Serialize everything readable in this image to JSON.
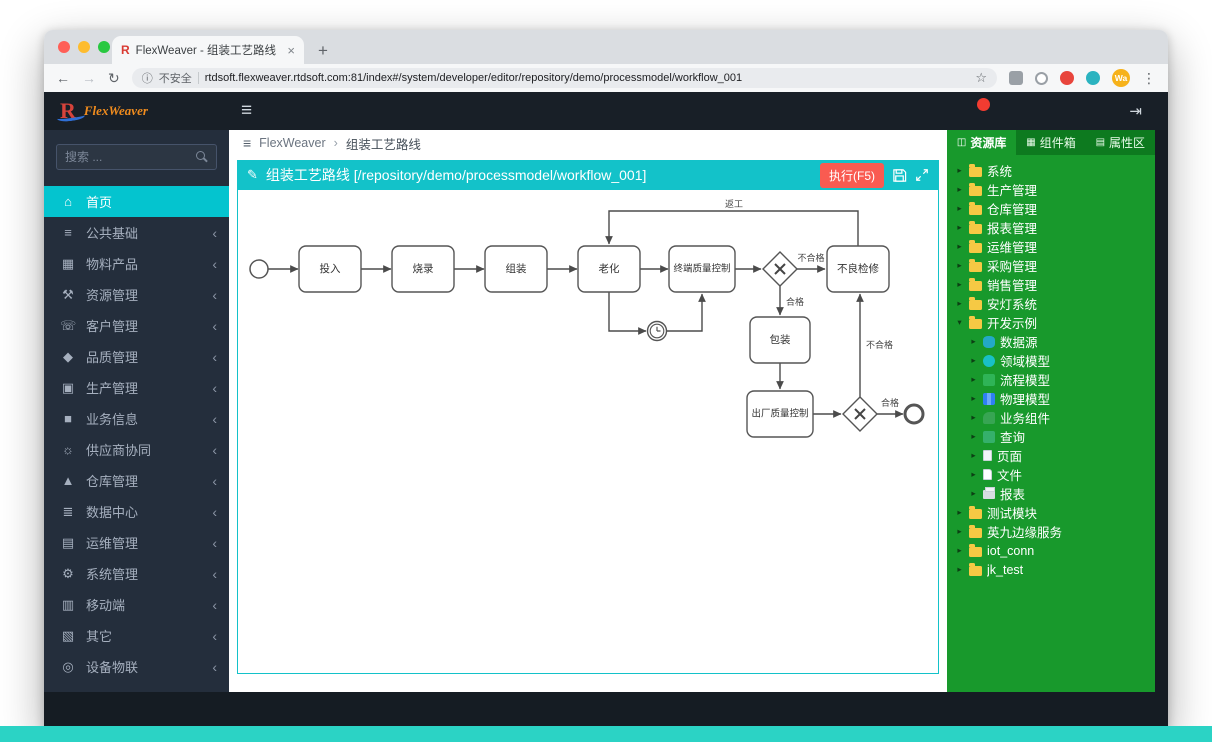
{
  "browser": {
    "tab_title": "FlexWeaver - 组装工艺路线",
    "favicon_letter": "R",
    "tab_close_glyph": "×",
    "new_tab_glyph": "+",
    "back_glyph": "←",
    "forward_glyph": "→",
    "reload_glyph": "↻",
    "info_glyph": "ⓘ",
    "security_label": "不安全",
    "url": "rtdsoft.flexweaver.rtdsoft.com:81/index#/system/developer/editor/repository/demo/processmodel/workflow_001",
    "star_glyph": "☆",
    "profile_initials": "Wa",
    "menu_glyph": "⋮"
  },
  "app_header": {
    "logo_letter": "R",
    "logo_text": "FlexWeaver",
    "hamburger_glyph": "≡",
    "logout_glyph": "⇥"
  },
  "sidebar": {
    "search_placeholder": "搜索 ...",
    "collapse_glyph": "‹",
    "items": [
      {
        "id": "home",
        "label": "首页",
        "glyph": "⌂",
        "active": true,
        "collapsible": false
      },
      {
        "id": "common-base",
        "label": "公共基础",
        "glyph": "≡",
        "collapsible": true
      },
      {
        "id": "material-product",
        "label": "物料产品",
        "glyph": "▦",
        "collapsible": true
      },
      {
        "id": "resource-mgmt",
        "label": "资源管理",
        "glyph": "⚒",
        "collapsible": true
      },
      {
        "id": "customer-mgmt",
        "label": "客户管理",
        "glyph": "☏",
        "collapsible": true
      },
      {
        "id": "quality-mgmt",
        "label": "品质管理",
        "glyph": "◆",
        "collapsible": true
      },
      {
        "id": "production-mgmt",
        "label": "生产管理",
        "glyph": "▣",
        "collapsible": true
      },
      {
        "id": "business-info",
        "label": "业务信息",
        "glyph": "■",
        "collapsible": true
      },
      {
        "id": "supplier-collab",
        "label": "供应商协同",
        "glyph": "☼",
        "collapsible": true
      },
      {
        "id": "warehouse-mgmt",
        "label": "仓库管理",
        "glyph": "▲",
        "collapsible": true
      },
      {
        "id": "data-center",
        "label": "数据中心",
        "glyph": "≣",
        "collapsible": true
      },
      {
        "id": "operations-mgmt",
        "label": "运维管理",
        "glyph": "▤",
        "collapsible": true
      },
      {
        "id": "system-mgmt",
        "label": "系统管理",
        "glyph": "⚙",
        "collapsible": true
      },
      {
        "id": "mobile",
        "label": "移动端",
        "glyph": "▥",
        "collapsible": true
      },
      {
        "id": "others",
        "label": "其它",
        "glyph": "▧",
        "collapsible": true
      },
      {
        "id": "device-iot",
        "label": "设备物联",
        "glyph": "◎",
        "collapsible": true
      }
    ]
  },
  "breadcrumb": {
    "menu_glyph": "≡",
    "app": "FlexWeaver",
    "separator": "›",
    "page": "组装工艺路线"
  },
  "editor": {
    "edit_glyph": "✎",
    "title": "组装工艺路线 [/repository/demo/processmodel/workflow_001]",
    "run_label": "执行(F5)"
  },
  "workflow": {
    "nodes": {
      "input": "投入",
      "flash": "烧录",
      "assembly": "组装",
      "aging": "老化",
      "terminal_qc": "终端质量控制",
      "repair": "不良检修",
      "packaging": "包装",
      "factory_qc": "出厂质量控制"
    },
    "edge_labels": {
      "rework": "返工",
      "fail_top": "不合格",
      "pass_top": "合格",
      "fail_right": "不合格",
      "pass_right": "合格"
    }
  },
  "right_panel": {
    "caret_collapsed": "▸",
    "caret_expanded": "▾",
    "tabs": [
      {
        "id": "resource-library",
        "label": "资源库",
        "glyph": "◫",
        "active": true
      },
      {
        "id": "component-box",
        "label": "组件箱",
        "glyph": "▦",
        "active": false
      },
      {
        "id": "property-area",
        "label": "属性区",
        "glyph": "▤",
        "active": false
      }
    ],
    "tree": [
      {
        "label": "系统",
        "type": "folder"
      },
      {
        "label": "生产管理",
        "type": "folder"
      },
      {
        "label": "仓库管理",
        "type": "folder"
      },
      {
        "label": "报表管理",
        "type": "folder"
      },
      {
        "label": "运维管理",
        "type": "folder"
      },
      {
        "label": "采购管理",
        "type": "folder"
      },
      {
        "label": "销售管理",
        "type": "folder"
      },
      {
        "label": "安灯系统",
        "type": "folder"
      },
      {
        "label": "开发示例",
        "type": "folder",
        "expanded": true,
        "children": [
          {
            "label": "数据源",
            "type": "datasource"
          },
          {
            "label": "领域模型",
            "type": "domain-model"
          },
          {
            "label": "流程模型",
            "type": "process-model"
          },
          {
            "label": "物理模型",
            "type": "physical-model"
          },
          {
            "label": "业务组件",
            "type": "business-component"
          },
          {
            "label": "查询",
            "type": "query"
          },
          {
            "label": "页面",
            "type": "page"
          },
          {
            "label": "文件",
            "type": "file"
          },
          {
            "label": "报表",
            "type": "report"
          }
        ]
      },
      {
        "label": "测试模块",
        "type": "folder"
      },
      {
        "label": "英九边缘服务",
        "type": "folder"
      },
      {
        "label": "iot_conn",
        "type": "folder"
      },
      {
        "label": "jk_test",
        "type": "folder"
      }
    ]
  }
}
